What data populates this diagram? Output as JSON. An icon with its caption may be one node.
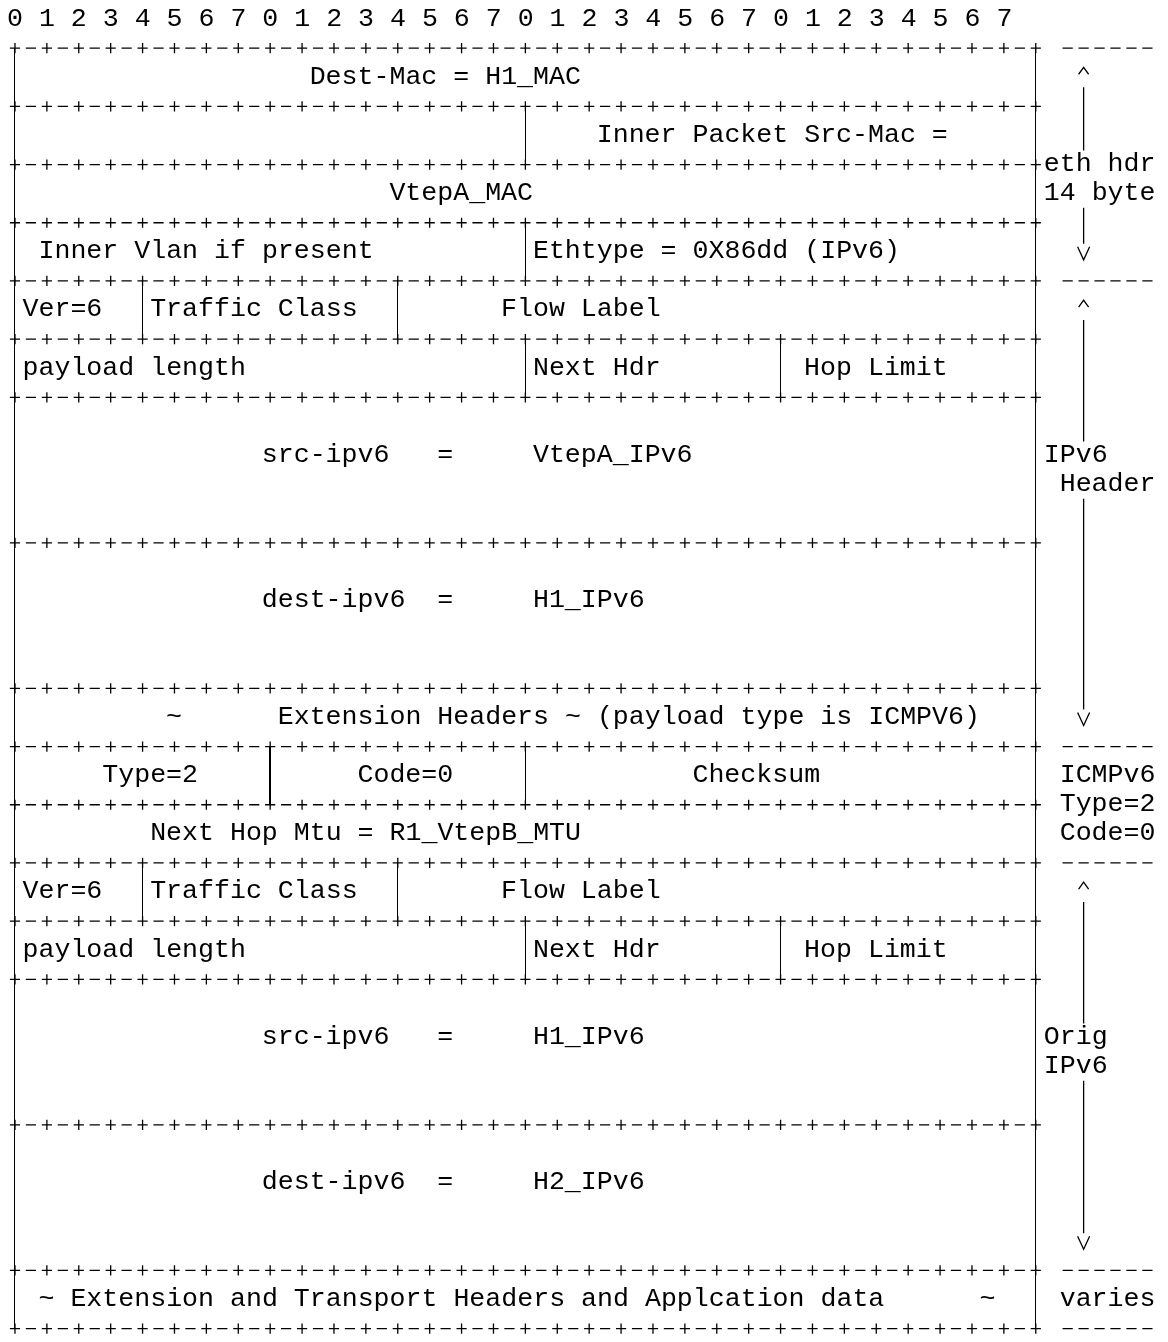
{
  "diagram": {
    "nodes": [
      {
        "text": [
          "Dest-Mac = H1_MAC"
        ]
      },
      {
        "text": [],
        "shape": "box"
      },
      {
        "text": [
          "Inner Packet Src-Mac ="
        ]
      },
      {
        "text": [
          "VtepA_MAC"
        ]
      },
      {
        "text": [
          "Inner Vlan if present"
        ]
      },
      {
        "text": [
          "Ethtype = 0X86dd (IPv6)"
        ]
      },
      {
        "text": [
          "Ver=6"
        ]
      },
      {
        "text": [
          "Traffic Class"
        ]
      },
      {
        "text": [
          "Flow Label"
        ]
      },
      {
        "text": [
          "payload length"
        ]
      },
      {
        "text": [
          "Next Hdr"
        ]
      },
      {
        "text": [
          "Hop Limit"
        ]
      },
      {
        "text": [
          "src-ipv6",
          "=",
          "VtepA_IPv6"
        ]
      },
      {
        "text": [
          "dest-ipv6",
          "=",
          "H1_IPv6"
        ]
      },
      {
        "text": [
          "~",
          "Extension Headers ~ (payload type is ICMPV6)"
        ]
      },
      {
        "text": [
          "Type=2"
        ]
      },
      {
        "text": [
          "Code=0"
        ]
      },
      {
        "text": [
          "Checksum"
        ]
      },
      {
        "text": [
          "Next Hop Mtu = R1_VtepB_MTU"
        ]
      },
      {
        "text": [
          "Ver=6"
        ]
      },
      {
        "text": [
          "Traffic Class"
        ]
      },
      {
        "text": [
          "Flow Label"
        ]
      },
      {
        "text": [
          "payload length"
        ]
      },
      {
        "text": [
          "Next Hdr"
        ]
      },
      {
        "text": [
          "Hop Limit"
        ]
      },
      {
        "text": [
          "src-ipv6",
          "=",
          "H1_IPv6"
        ]
      },
      {
        "text": [
          "dest-ipv6",
          "=",
          "H2_IPv6"
        ]
      },
      {
        "text": [
          "~ Extension and Transport Headers and Applcation data",
          "~"
        ]
      }
    ],
    "labels": [
      "0 1 2 3 4 5 6 7 0 1 2 3 4 5 6 7 0 1 2 3 4 5 6 7 0 1 2 3 4 5 6 7",
      "eth hdr",
      "14 byte",
      "IPv6",
      "Header",
      "ICMPv6",
      "Type=2",
      "Code=0",
      "Orig",
      "IPv6",
      "varies"
    ]
  }
}
